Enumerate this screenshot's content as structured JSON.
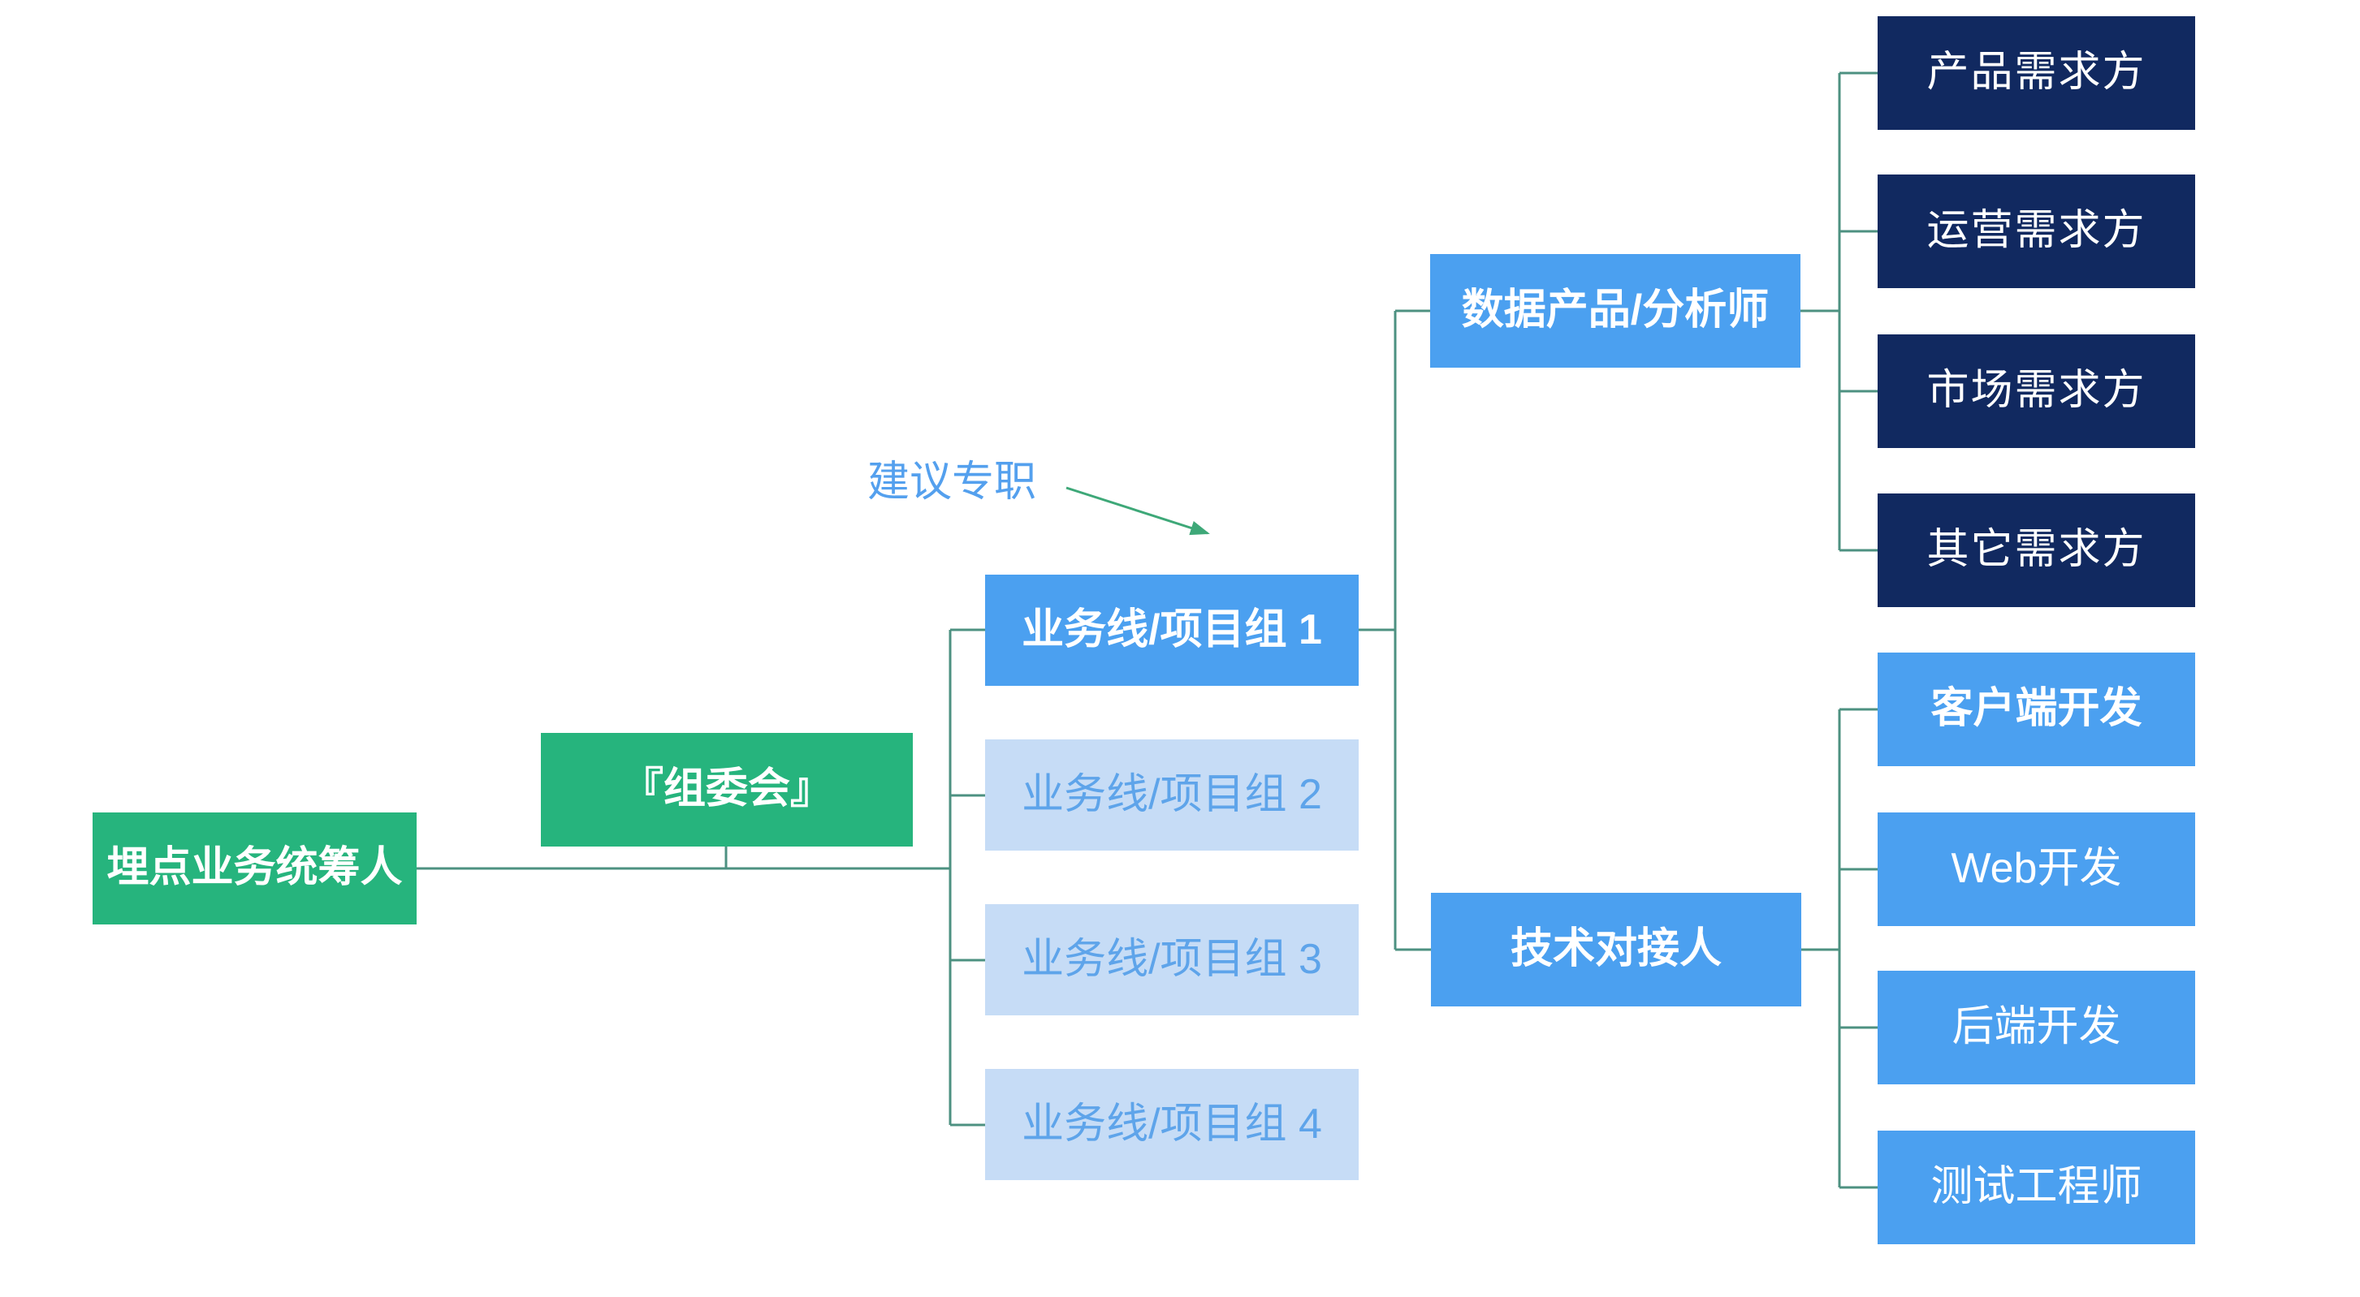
{
  "diagram": {
    "root": {
      "label": "埋点业务统筹人"
    },
    "committee": {
      "label": "『组委会』"
    },
    "business_lines": [
      {
        "label": "业务线/项目组 1",
        "emphasized": true
      },
      {
        "label": "业务线/项目组 2",
        "emphasized": false
      },
      {
        "label": "业务线/项目组 3",
        "emphasized": false
      },
      {
        "label": "业务线/项目组 4",
        "emphasized": false
      }
    ],
    "line1_children": {
      "data_product_analyst": {
        "label": "数据产品/分析师"
      },
      "demand_sides": [
        "产品需求方",
        "运营需求方",
        "市场需求方",
        "其它需求方"
      ],
      "tech_contact": {
        "label": "技术对接人"
      },
      "tech_roles": [
        {
          "label": "客户端开发",
          "emphasized": true
        },
        {
          "label": "Web开发",
          "emphasized": false
        },
        {
          "label": "后端开发",
          "emphasized": false
        },
        {
          "label": "测试工程师",
          "emphasized": false
        }
      ]
    },
    "annotation": {
      "label": "建议专职"
    },
    "colors": {
      "green": "#26b47d",
      "blue": "#4ba0f0",
      "light_blue": "#c6dcf6",
      "light_blue_text": "#5ea4ea",
      "navy": "#112960",
      "connector": "#4d9181",
      "annotation_text": "#54a0ee",
      "arrow": "#3ea878",
      "white_text": "#ffffff",
      "background": "#ffffff"
    }
  }
}
